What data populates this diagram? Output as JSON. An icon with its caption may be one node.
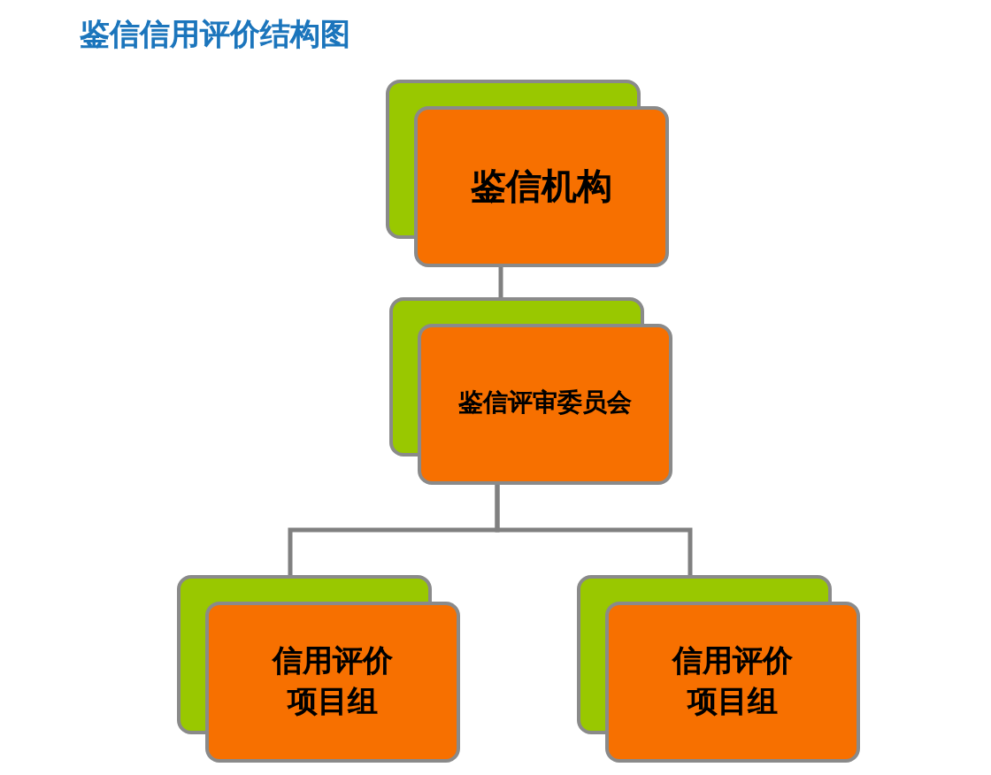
{
  "diagram": {
    "title": "鉴信信用评价结构图",
    "nodes": [
      {
        "text": [
          "鉴信机构"
        ]
      },
      {
        "text": [
          "鉴信评审委员会"
        ]
      },
      {
        "text": [
          "信用评价项目组"
        ]
      },
      {
        "text": [
          "信用评价项目组"
        ]
      }
    ],
    "edges": [
      {
        "from": 0,
        "to": 1,
        "arrow": "none"
      },
      {
        "from": 1,
        "to": 2,
        "arrow": "none"
      },
      {
        "from": 1,
        "to": 3,
        "arrow": "none"
      }
    ]
  }
}
